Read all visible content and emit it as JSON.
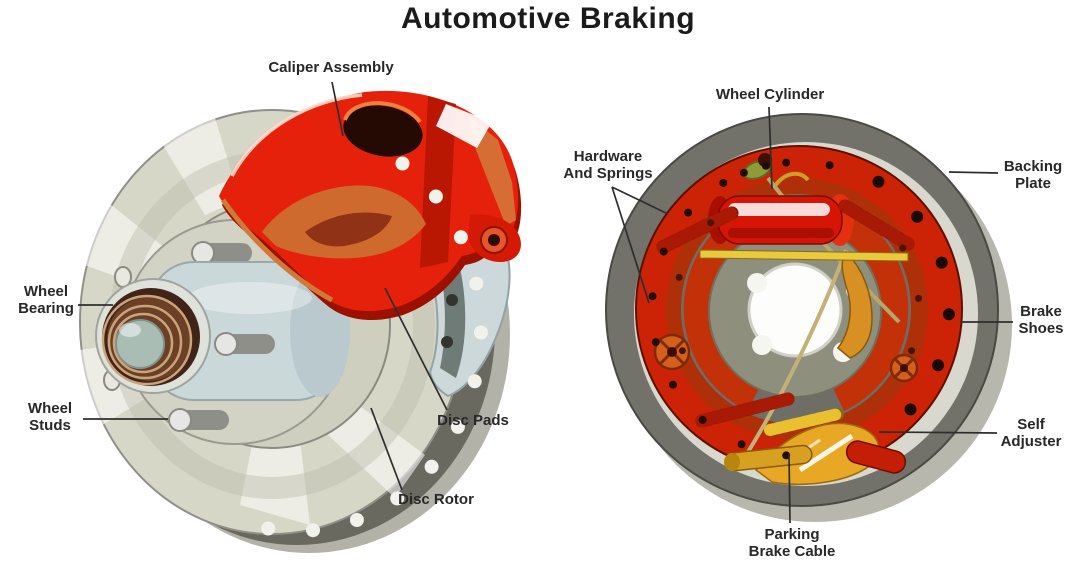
{
  "title": "Automotive Braking",
  "figures": {
    "disc_brake": {
      "labels": {
        "caliper_assembly": {
          "text": "Caliper Assembly"
        },
        "wheel_bearing": {
          "line1": "Wheel",
          "line2": "Bearing"
        },
        "wheel_studs": {
          "line1": "Wheel",
          "line2": "Studs"
        },
        "disc_pads": {
          "text": "Disc Pads"
        },
        "disc_rotor": {
          "text": "Disc Rotor"
        }
      }
    },
    "drum_brake": {
      "labels": {
        "wheel_cylinder": {
          "text": "Wheel Cylinder"
        },
        "hardware_and_springs": {
          "line1": "Hardware",
          "line2": "And Springs"
        },
        "backing_plate": {
          "line1": "Backing",
          "line2": "Plate"
        },
        "brake_shoes": {
          "line1": "Brake",
          "line2": "Shoes"
        },
        "self_adjuster": {
          "line1": "Self",
          "line2": "Adjuster"
        },
        "parking_brake_cable": {
          "line1": "Parking",
          "line2": "Brake Cable"
        }
      }
    }
  },
  "colors": {
    "background": "#ffffff",
    "label_text": "#282828",
    "caliper_red": "#e6210b",
    "rotor_face": "#d7d7c8",
    "steel": "#ccd8da",
    "bearing_brown": "#6b4630",
    "drum_gray": "#72726a",
    "shoe_ring_red": "#cc2306",
    "hardware_gold": "#e8a826",
    "spring_maroon": "#7a1005",
    "strut_yellow": "#e9c93e"
  }
}
